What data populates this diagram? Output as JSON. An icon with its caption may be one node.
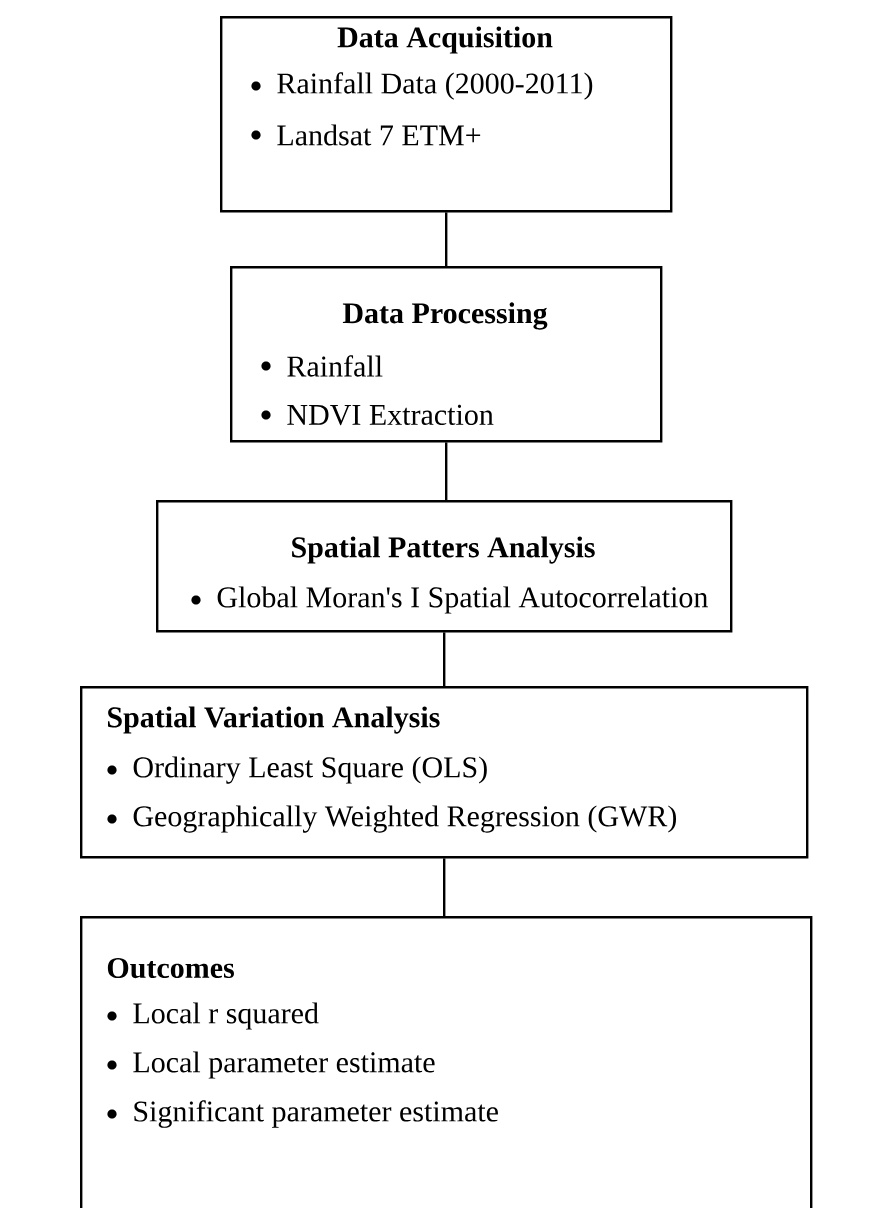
{
  "diagram": {
    "nodes": [
      {
        "text": [
          "Data Acquisition",
          "Rainfall Data (2000-2011)",
          "Landsat 7 ETM+"
        ]
      },
      {
        "text": [
          "Data Processing",
          "Rainfall",
          "NDVI Extraction"
        ]
      },
      {
        "text": [
          "Spatial Patters Analysis",
          "Global Moran's I Spatial Autocorrelation"
        ]
      },
      {
        "text": [
          "Spatial Variation Analysis",
          "Ordinary Least Square (OLS)",
          "Geographically Weighted Regression (GWR)"
        ]
      },
      {
        "text": [
          "Outcomes",
          "Local r squared",
          "Local parameter estimate",
          "Significant parameter estimate"
        ]
      }
    ],
    "edges": [
      {
        "from": 0,
        "to": 1,
        "arrow": "none"
      },
      {
        "from": 1,
        "to": 2,
        "arrow": "none"
      },
      {
        "from": 2,
        "to": 3,
        "arrow": "none"
      },
      {
        "from": 3,
        "to": 4,
        "arrow": "none"
      }
    ]
  }
}
